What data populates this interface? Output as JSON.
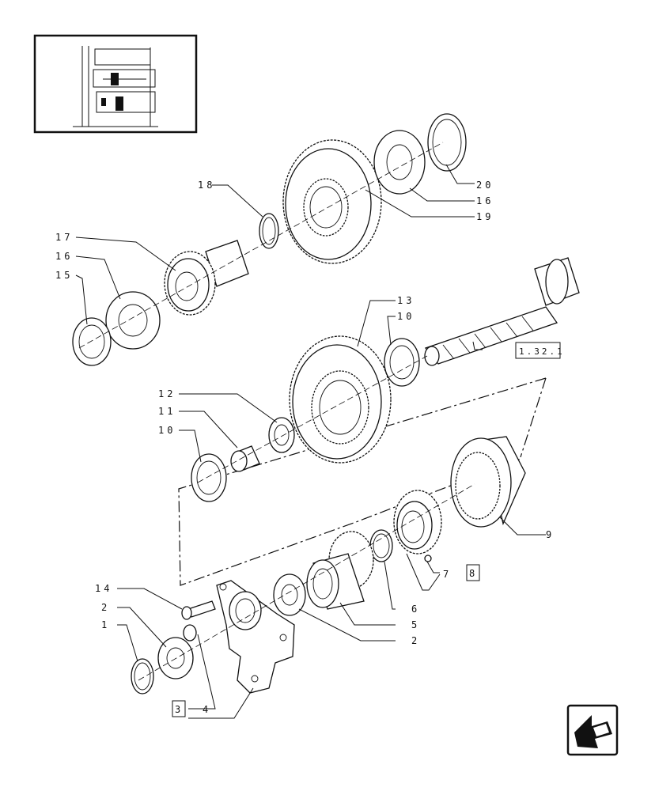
{
  "labels": {
    "l1": "1",
    "l2a": "2",
    "l2b": "2",
    "l3": "3",
    "l4": "4",
    "l5": "5",
    "l6": "6",
    "l7": "7",
    "l8": "8",
    "l9": "9",
    "l10a": "10",
    "l10b": "10",
    "l11": "11",
    "l12": "12",
    "l13": "13",
    "l14": "14",
    "l15": "15",
    "l16a": "16",
    "l16b": "16",
    "l17": "17",
    "l18": "18",
    "l19": "19",
    "l20": "20",
    "ref": "1.32.1"
  },
  "icons": {
    "nav": "back-arrow-icon",
    "thumbnail": "assembly-location-thumbnail"
  },
  "colors": {
    "ink": "#111111",
    "paper": "#ffffff"
  }
}
